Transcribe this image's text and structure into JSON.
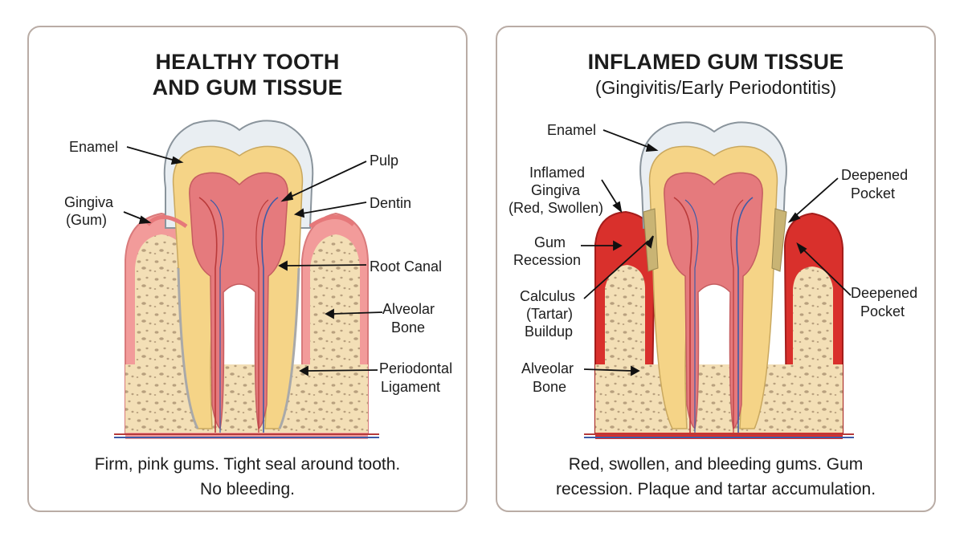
{
  "healthy": {
    "title_line1": "HEALTHY TOOTH",
    "title_line2": "AND GUM TISSUE",
    "labels": {
      "enamel": "Enamel",
      "gingiva_1": "Gingiva",
      "gingiva_2": "(Gum)",
      "pulp": "Pulp",
      "dentin": "Dentin",
      "root_canal": "Root Canal",
      "alveolar_1": "Alveolar",
      "alveolar_2": "Bone",
      "pdl_1": "Periodontal",
      "pdl_2": "Ligament"
    },
    "caption_line1": "Firm, pink gums. Tight seal around tooth.",
    "caption_line2": "No bleeding.",
    "colors": {
      "gum": "#f29b9a",
      "gum_dark": "#e2787a"
    }
  },
  "inflamed": {
    "title": "INFLAMED GUM TISSUE",
    "subtitle": "(Gingivitis/Early Periodontitis)",
    "labels": {
      "enamel": "Enamel",
      "inflamed_1": "Inflamed",
      "inflamed_2": "Gingiva",
      "inflamed_3": "(Red, Swollen)",
      "recession_1": "Gum",
      "recession_2": "Recession",
      "calculus_1": "Calculus",
      "calculus_2": "(Tartar)",
      "calculus_3": "Buildup",
      "alveolar_1": "Alveolar",
      "alveolar_2": "Bone",
      "pocket_top_1": "Deepened",
      "pocket_top_2": "Pocket",
      "pocket_bot_1": "Deepened",
      "pocket_bot_2": "Pocket"
    },
    "caption_line1": "Red, swollen, and bleeding gums. Gum",
    "caption_line2": "recession. Plaque and tartar accumulation.",
    "colors": {
      "gum": "#d9302c",
      "gum_dark": "#b5201d"
    }
  }
}
